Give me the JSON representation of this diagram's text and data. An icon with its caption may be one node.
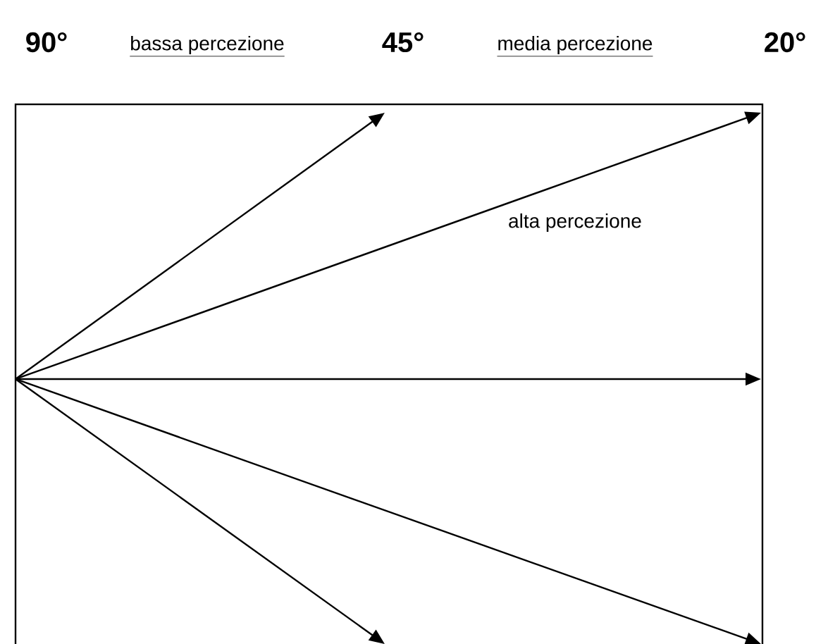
{
  "diagram": {
    "labels": [
      "90°",
      "bassa percezione",
      "45°",
      "media percezione",
      "20°",
      "alta percezione"
    ]
  }
}
